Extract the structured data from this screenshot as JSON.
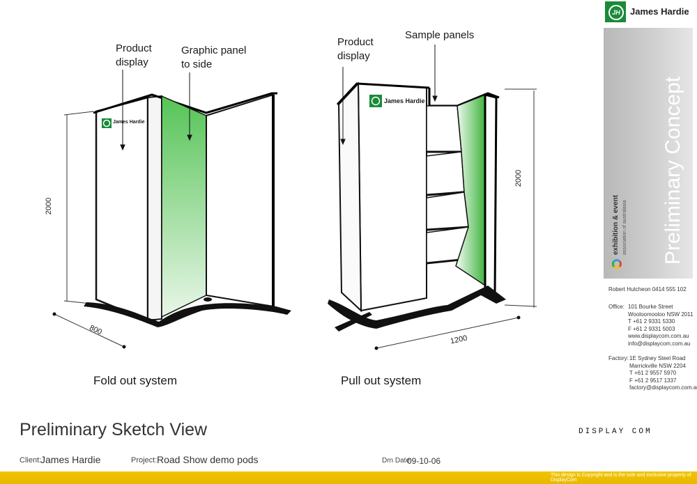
{
  "brand": {
    "name": "James Hardie",
    "mark": "JH",
    "color": "#1a8a3a"
  },
  "sketch_left": {
    "label_product": "Product\ndisplay",
    "label_graphic": "Graphic panel\nto side",
    "panel_brand": "James Hardie",
    "dim_height": "2000",
    "dim_depth": "800",
    "caption": "Fold out system"
  },
  "sketch_right": {
    "label_product": "Product\ndisplay",
    "label_samples": "Sample panels",
    "panel_brand": "James Hardie",
    "dim_height": "2000",
    "dim_width": "1200",
    "caption": "Pull out system"
  },
  "sidebar": {
    "stamp": "Preliminary Concept",
    "association_line1": "exhibition & event",
    "association_line2": "association of australasia",
    "contact_name": "Robert Hutcheon 0414 555 102",
    "office_label": "Office:",
    "office_lines": [
      "101 Bourke Street",
      "Wooloomooloo NSW 2011",
      "T +61 2 9331 5330",
      "F +61 2 9331 5003",
      "www.displaycom.com.au",
      "info@displaycom.com.au"
    ],
    "factory_label": "Factory:",
    "factory_lines": [
      "1E Sydney Steel Road",
      "Marrickville NSW 2204",
      "T +61 2 9557 5970",
      "F +61 2 9517 1337",
      "factory@displaycom.com.au"
    ],
    "company_logo": "DISPLAY COM"
  },
  "title_block": {
    "title": "Preliminary Sketch View",
    "client_label": "Client:",
    "client_value": "James Hardie",
    "project_label": "Project:",
    "project_value": "Road Show demo pods",
    "date_label": "Drn Date:",
    "date_value": "09-10-06"
  },
  "footer": {
    "copyright": "This design is Copyright and is the sole and exclusive property of DisplayCom"
  }
}
